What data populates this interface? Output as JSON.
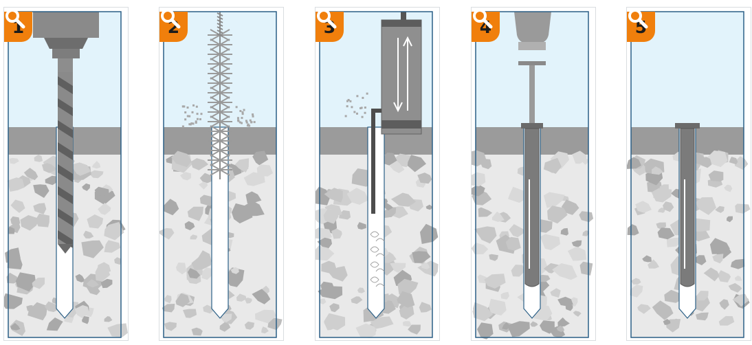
{
  "steps": [
    {
      "number": "1",
      "icon": "magnifier-icon",
      "scene": "drilling"
    },
    {
      "number": "2",
      "icon": "magnifier-icon",
      "scene": "brushing"
    },
    {
      "number": "3",
      "icon": "magnifier-icon",
      "scene": "blow-out"
    },
    {
      "number": "4",
      "icon": "magnifier-icon",
      "scene": "insertion"
    },
    {
      "number": "5",
      "icon": "magnifier-icon",
      "scene": "installed"
    }
  ],
  "colors": {
    "badge": "#f07f0c",
    "sky": "#e2f3fb",
    "frame": "#2a5f86",
    "ground_layer": "#9b9b9b",
    "tool_gray": "#757575",
    "stone": "#d5d5d5"
  }
}
